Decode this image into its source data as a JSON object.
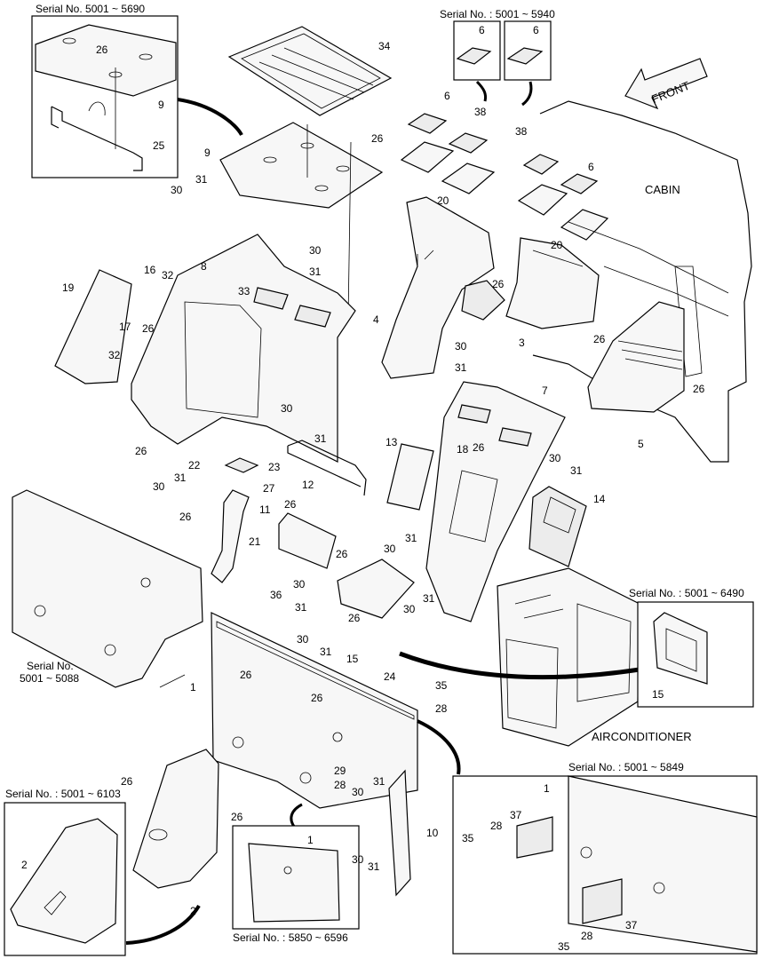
{
  "insets": {
    "top_left": {
      "caption": "Serial No. 5001 ~ 5690"
    },
    "top_right": {
      "caption": "Serial No. : 5001 ~ 5940"
    },
    "left_panel": {
      "caption_line1": "Serial No.",
      "caption_line2": "5001 ~ 5088"
    },
    "right_mid": {
      "caption": "Serial No. : 5001 ~ 6490"
    },
    "bottom_left": {
      "caption": "Serial No. : 5001 ~ 6103"
    },
    "bottom_mid": {
      "caption": "Serial No. : 5850 ~ 6596"
    },
    "bottom_right": {
      "caption": "Serial No. : 5001 ~ 5849"
    }
  },
  "section_labels": {
    "front": "FRONT",
    "cabin": "CABIN",
    "airconditioner": "AIRCONDITIONER"
  },
  "part_numbers": [
    {
      "id": "p9a",
      "text": "9"
    },
    {
      "id": "p26a",
      "text": "26"
    },
    {
      "id": "p25",
      "text": "25"
    },
    {
      "id": "p34",
      "text": "34"
    },
    {
      "id": "p6a",
      "text": "6"
    },
    {
      "id": "p6b",
      "text": "6"
    },
    {
      "id": "p9b",
      "text": "9"
    },
    {
      "id": "p26b",
      "text": "26"
    },
    {
      "id": "p31a",
      "text": "31"
    },
    {
      "id": "p30a",
      "text": "30"
    },
    {
      "id": "p6c",
      "text": "6"
    },
    {
      "id": "p38a",
      "text": "38"
    },
    {
      "id": "p38b",
      "text": "38"
    },
    {
      "id": "p6d",
      "text": "6"
    },
    {
      "id": "p20a",
      "text": "20"
    },
    {
      "id": "p20b",
      "text": "20"
    },
    {
      "id": "p30b",
      "text": "30"
    },
    {
      "id": "p31b",
      "text": "31"
    },
    {
      "id": "p8",
      "text": "8"
    },
    {
      "id": "p16",
      "text": "16"
    },
    {
      "id": "p32a",
      "text": "32"
    },
    {
      "id": "p19",
      "text": "19"
    },
    {
      "id": "p33",
      "text": "33"
    },
    {
      "id": "p17",
      "text": "17"
    },
    {
      "id": "p26c",
      "text": "26"
    },
    {
      "id": "p32b",
      "text": "32"
    },
    {
      "id": "p4",
      "text": "4"
    },
    {
      "id": "p26d",
      "text": "26"
    },
    {
      "id": "p3",
      "text": "3"
    },
    {
      "id": "p26e",
      "text": "26"
    },
    {
      "id": "p30c",
      "text": "30"
    },
    {
      "id": "p31c",
      "text": "31"
    },
    {
      "id": "p26f",
      "text": "26"
    },
    {
      "id": "p7",
      "text": "7"
    },
    {
      "id": "p5",
      "text": "5"
    },
    {
      "id": "p30d",
      "text": "30"
    },
    {
      "id": "p31d",
      "text": "31"
    },
    {
      "id": "p26g",
      "text": "26"
    },
    {
      "id": "p30e",
      "text": "30"
    },
    {
      "id": "p31e",
      "text": "31"
    },
    {
      "id": "p22",
      "text": "22"
    },
    {
      "id": "p23",
      "text": "23"
    },
    {
      "id": "p12",
      "text": "12"
    },
    {
      "id": "p13",
      "text": "13"
    },
    {
      "id": "p18",
      "text": "18"
    },
    {
      "id": "p26h",
      "text": "26"
    },
    {
      "id": "p30f",
      "text": "30"
    },
    {
      "id": "p31f",
      "text": "31"
    },
    {
      "id": "p14",
      "text": "14"
    },
    {
      "id": "p27",
      "text": "27"
    },
    {
      "id": "p26i",
      "text": "26"
    },
    {
      "id": "p26j",
      "text": "26"
    },
    {
      "id": "p11",
      "text": "11"
    },
    {
      "id": "p21",
      "text": "21"
    },
    {
      "id": "p30g",
      "text": "30"
    },
    {
      "id": "p31g",
      "text": "31"
    },
    {
      "id": "p26k",
      "text": "26"
    },
    {
      "id": "p36",
      "text": "36"
    },
    {
      "id": "p30h",
      "text": "30"
    },
    {
      "id": "p31h",
      "text": "31"
    },
    {
      "id": "p26l",
      "text": "26"
    },
    {
      "id": "p30i",
      "text": "30"
    },
    {
      "id": "p31i",
      "text": "31"
    },
    {
      "id": "p30j",
      "text": "30"
    },
    {
      "id": "p31j",
      "text": "31"
    },
    {
      "id": "p15a",
      "text": "15"
    },
    {
      "id": "p15b",
      "text": "15"
    },
    {
      "id": "p1a",
      "text": "1"
    },
    {
      "id": "p26m",
      "text": "26"
    },
    {
      "id": "p24",
      "text": "24"
    },
    {
      "id": "p35a",
      "text": "35"
    },
    {
      "id": "p28a",
      "text": "28"
    },
    {
      "id": "p26n",
      "text": "26"
    },
    {
      "id": "p29",
      "text": "29"
    },
    {
      "id": "p28b",
      "text": "28"
    },
    {
      "id": "p30k",
      "text": "30"
    },
    {
      "id": "p31k",
      "text": "31"
    },
    {
      "id": "p26o",
      "text": "26"
    },
    {
      "id": "p26p",
      "text": "26"
    },
    {
      "id": "p10",
      "text": "10"
    },
    {
      "id": "p30l",
      "text": "30"
    },
    {
      "id": "p31l",
      "text": "31"
    },
    {
      "id": "p1b",
      "text": "1"
    },
    {
      "id": "p2a",
      "text": "2"
    },
    {
      "id": "p2b",
      "text": "2"
    },
    {
      "id": "p1c",
      "text": "1"
    },
    {
      "id": "p37a",
      "text": "37"
    },
    {
      "id": "p28c",
      "text": "28"
    },
    {
      "id": "p35b",
      "text": "35"
    },
    {
      "id": "p35c",
      "text": "35"
    },
    {
      "id": "p28d",
      "text": "28"
    },
    {
      "id": "p37b",
      "text": "37"
    }
  ]
}
